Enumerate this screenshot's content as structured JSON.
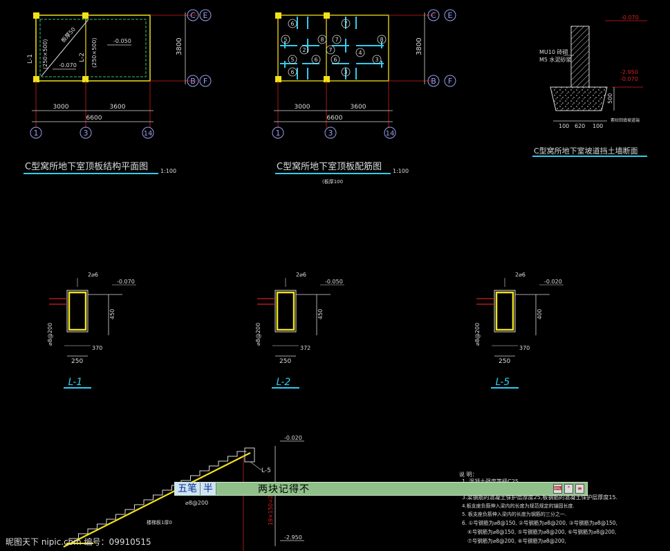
{
  "titles": {
    "plan1": "C型窝所地下室顶板结构平面图",
    "plan1_scale": "1:100",
    "plan2": "C型窝所地下室顶板配筋图",
    "plan2_scale": "1:100",
    "plan2_sub": "(板厚100",
    "section": "C型窝所地下室坡道挡土墙断面"
  },
  "grid_labels": {
    "row_top": [
      "C",
      "E"
    ],
    "row_bottom": [
      "B",
      "F"
    ],
    "cols": [
      "1",
      "3",
      "14"
    ]
  },
  "dims": {
    "d3000": "3000",
    "d3600": "3600",
    "d6600": "6600",
    "d3800": "3800",
    "beam1": "(250×500)",
    "beam2": "(250×500)",
    "L1": "L-1",
    "L2": "L-2",
    "diag": "板厚50",
    "lvl_a": "-0.050",
    "lvl_b": "-0.070"
  },
  "rebar_marks": [
    "6",
    "5",
    "2",
    "5",
    "6",
    "7",
    "7",
    "8",
    "6",
    "3",
    "6",
    "7",
    "4",
    "8",
    "3"
  ],
  "wall_section": {
    "lvl_top": "-0.070",
    "mat1": "MU10 砖砌",
    "mat2": "M5 水泥砂浆",
    "lvl_b1": "-2.950",
    "lvl_b2": "-0.070",
    "h500": "500",
    "w100a": "100",
    "w620": "620",
    "w100b": "100",
    "note": "素砼回填坡道端"
  },
  "beams": [
    {
      "name": "L-1",
      "top": "2⌀6",
      "lvl": "-0.070",
      "h": "450",
      "stir": "⌀8@200",
      "w": "250",
      "x370": "370"
    },
    {
      "name": "L-2",
      "top": "2⌀6",
      "lvl": "-0.050",
      "h": "450",
      "stir": "⌀8@200",
      "w": "250",
      "x370": "372"
    },
    {
      "name": "L-5",
      "top": "2⌀6",
      "lvl": "-0.020",
      "h": "400",
      "stir": "⌀8@200",
      "w": "250",
      "x370": "370"
    }
  ],
  "stair": {
    "lvl_top": "-0.020",
    "L5": "L-5",
    "stir": "⌀8@200",
    "slab": "楼梯板1厚0",
    "lvl_bot": "-2.950",
    "vert": "19×150=2850"
  },
  "notes": {
    "head": "说 明：",
    "l1": "1. 混凝土强度等级C25",
    "l3": "3.梁钢筋的混凝土保护层厚度25,板钢筋的混凝土保护层厚度15.",
    "l4": "4.板支座负筋伸入梁内的长度为规范规定的锚固长度.",
    "l5": "5. 板支座负筋伸入梁内的长度为钢筋的三分之一.",
    "l6": "6. ①号钢筋为⌀8@150,  ②号钢筋为⌀8@200,  ③号钢筋为⌀8@150,",
    "l6b": "④号钢筋为⌀8@150,  ⑤号钢筋为⌀8@200,  ⑥号钢筋为⌀8@200,",
    "l6c": "⑦号钢筋为⌀8@200,  ⑧号钢筋为⌀8@200,"
  },
  "ime": {
    "mode": "五笔",
    "width": "半",
    "candidates": "两块记得不"
  },
  "watermark": "昵图天下 nipic.com    编号：09910515"
}
